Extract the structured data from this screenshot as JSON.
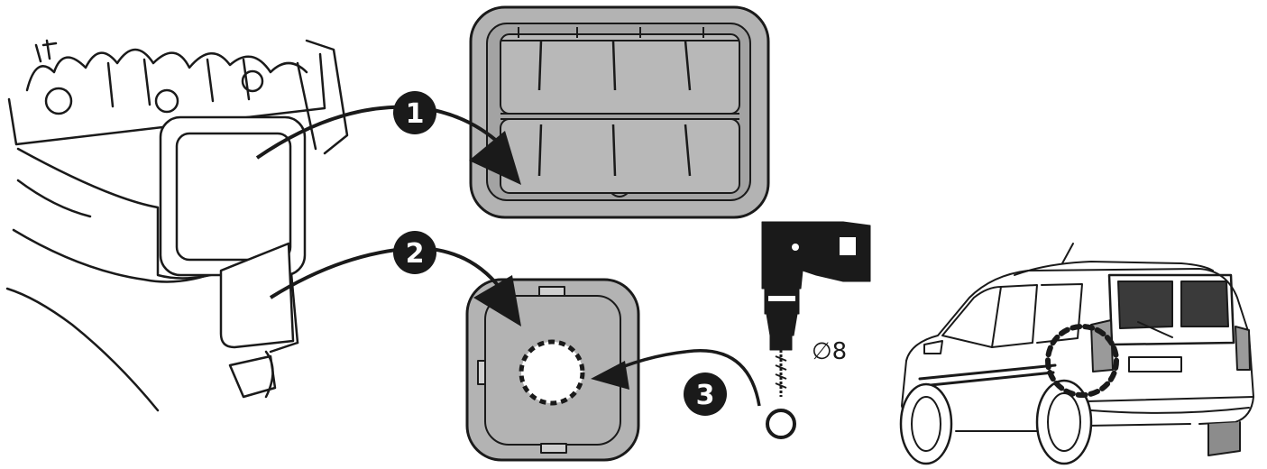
{
  "steps": [
    "1",
    "2",
    "3"
  ],
  "drill": {
    "symbol": "∅",
    "size": "8"
  },
  "colors": {
    "line": "#1a1a1a",
    "part_fill": "#b3b3b3",
    "part_dark": "#8c8c8c",
    "marker_fill": "#ffffff"
  },
  "icons": [
    "bumper-detail-icon",
    "grille-cover-icon",
    "round-cover-icon",
    "drill-icon",
    "car-rear-icon"
  ]
}
